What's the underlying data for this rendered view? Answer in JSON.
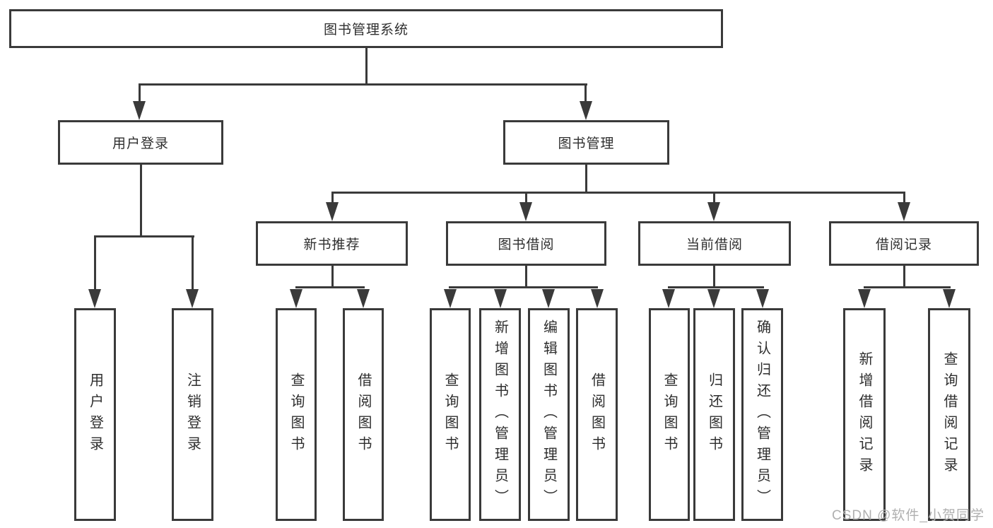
{
  "tree": {
    "root": "图书管理系统",
    "branches": [
      {
        "label": "用户登录",
        "leaves": [
          "用户登录",
          "注销登录"
        ]
      },
      {
        "label": "图书管理",
        "groups": [
          {
            "label": "新书推荐",
            "leaves": [
              "查询图书",
              "借阅图书"
            ]
          },
          {
            "label": "图书借阅",
            "leaves": [
              "查询图书",
              "新增图书（管理员）",
              "编辑图书（管理员）",
              "借阅图书"
            ]
          },
          {
            "label": "当前借阅",
            "leaves": [
              "查询图书",
              "归还图书",
              "确认归还（管理员）"
            ]
          },
          {
            "label": "借阅记录",
            "leaves": [
              "新增借阅记录",
              "查询借阅记录"
            ]
          }
        ]
      }
    ]
  },
  "watermark": "CSDN @软件_小贺同学",
  "colors": {
    "line": "#3a3a3a",
    "text": "#2e2e2e",
    "background": "#ffffff",
    "watermark": "#b0b0b0"
  }
}
